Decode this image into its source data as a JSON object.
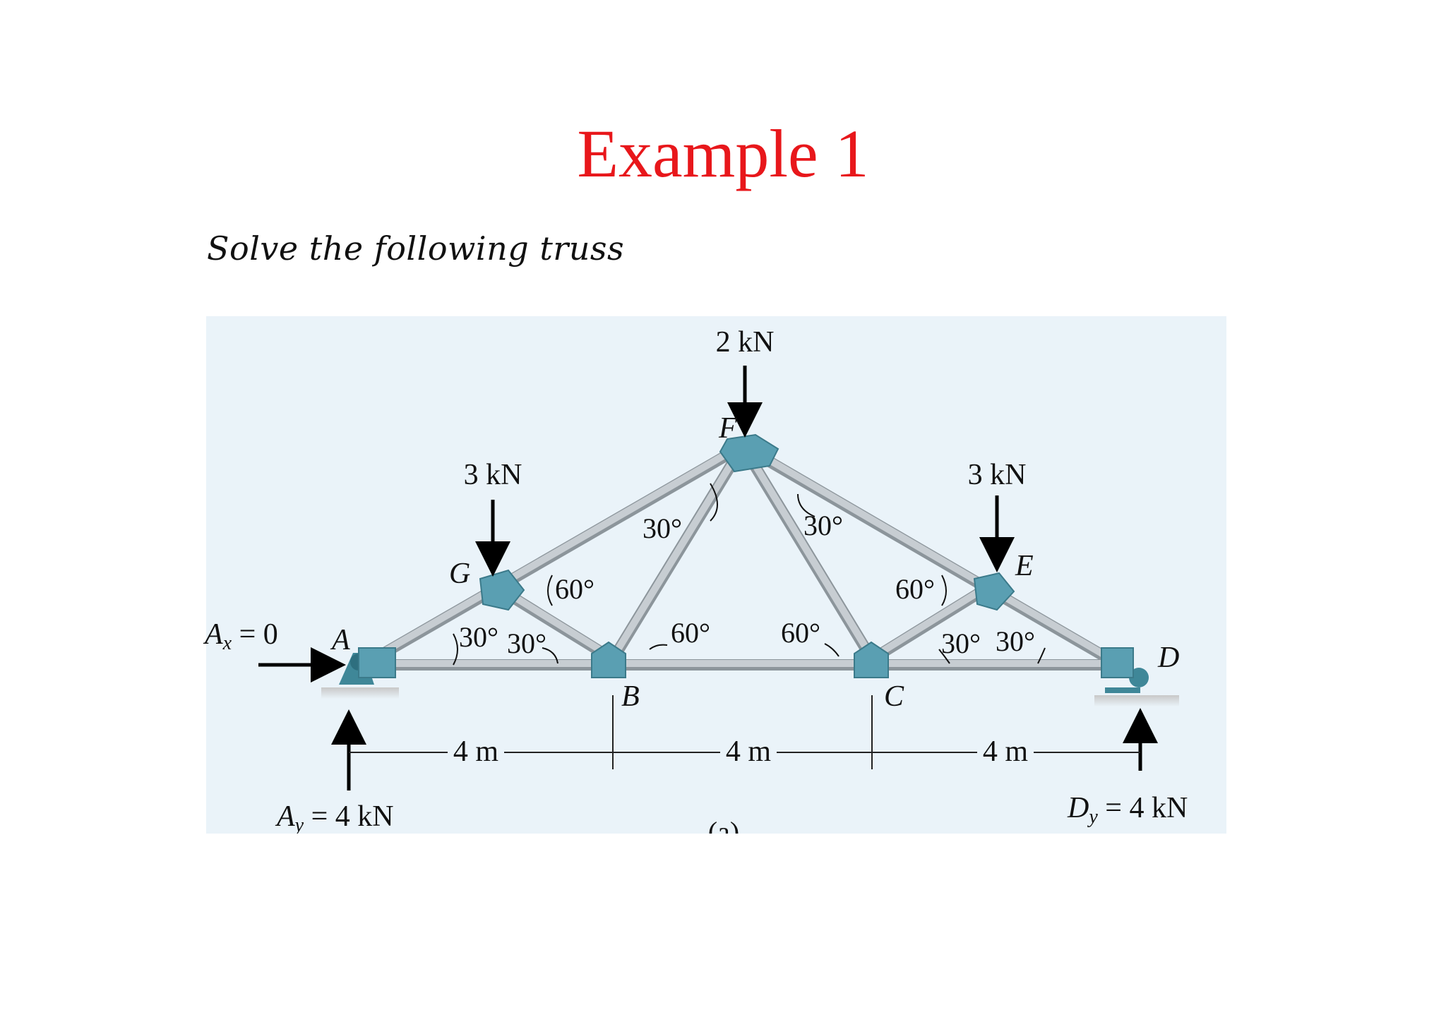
{
  "title": "Example 1",
  "subtitle": "Solve the following truss",
  "figure": {
    "loads": {
      "F": "2 kN",
      "G": "3 kN",
      "E": "3 kN"
    },
    "nodes": {
      "A": "A",
      "B": "B",
      "C": "C",
      "D": "D",
      "E": "E",
      "F": "F",
      "G": "G"
    },
    "angles": {
      "F_left": "30°",
      "F_right": "30°",
      "G_right": "60°",
      "E_left": "60°",
      "A_base": "30°",
      "B_left": "30°",
      "B_right": "60°",
      "C_left": "60°",
      "C_right": "30°",
      "D_left": "30°"
    },
    "reactions": {
      "Ax_symbol": "A",
      "Ax_sub": "x",
      "Ax_value": " = 0",
      "Ay_symbol": "A",
      "Ay_sub": "y",
      "Ay_value": " = 4 kN",
      "Dy_symbol": "D",
      "Dy_sub": "y",
      "Dy_value": " = 4 kN"
    },
    "dimensions": [
      "4 m",
      "4 m",
      "4 m"
    ],
    "caption_partial": "(a)",
    "colors": {
      "background": "#eaf3f9",
      "member": "#b8c0c6",
      "gusset": "#5a9fb2",
      "support": "#3f8798"
    }
  }
}
